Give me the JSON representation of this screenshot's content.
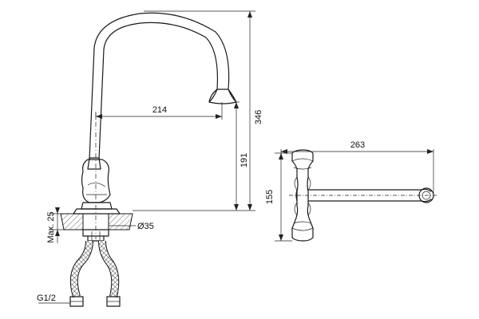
{
  "dimensions": {
    "total_height": "346",
    "spout_reach": "214",
    "spout_height": "191",
    "max_thickness": "Max. 25",
    "hole_diameter": "Ø35",
    "thread": "G1/2",
    "top_view_reach": "263",
    "top_view_width": "155"
  }
}
